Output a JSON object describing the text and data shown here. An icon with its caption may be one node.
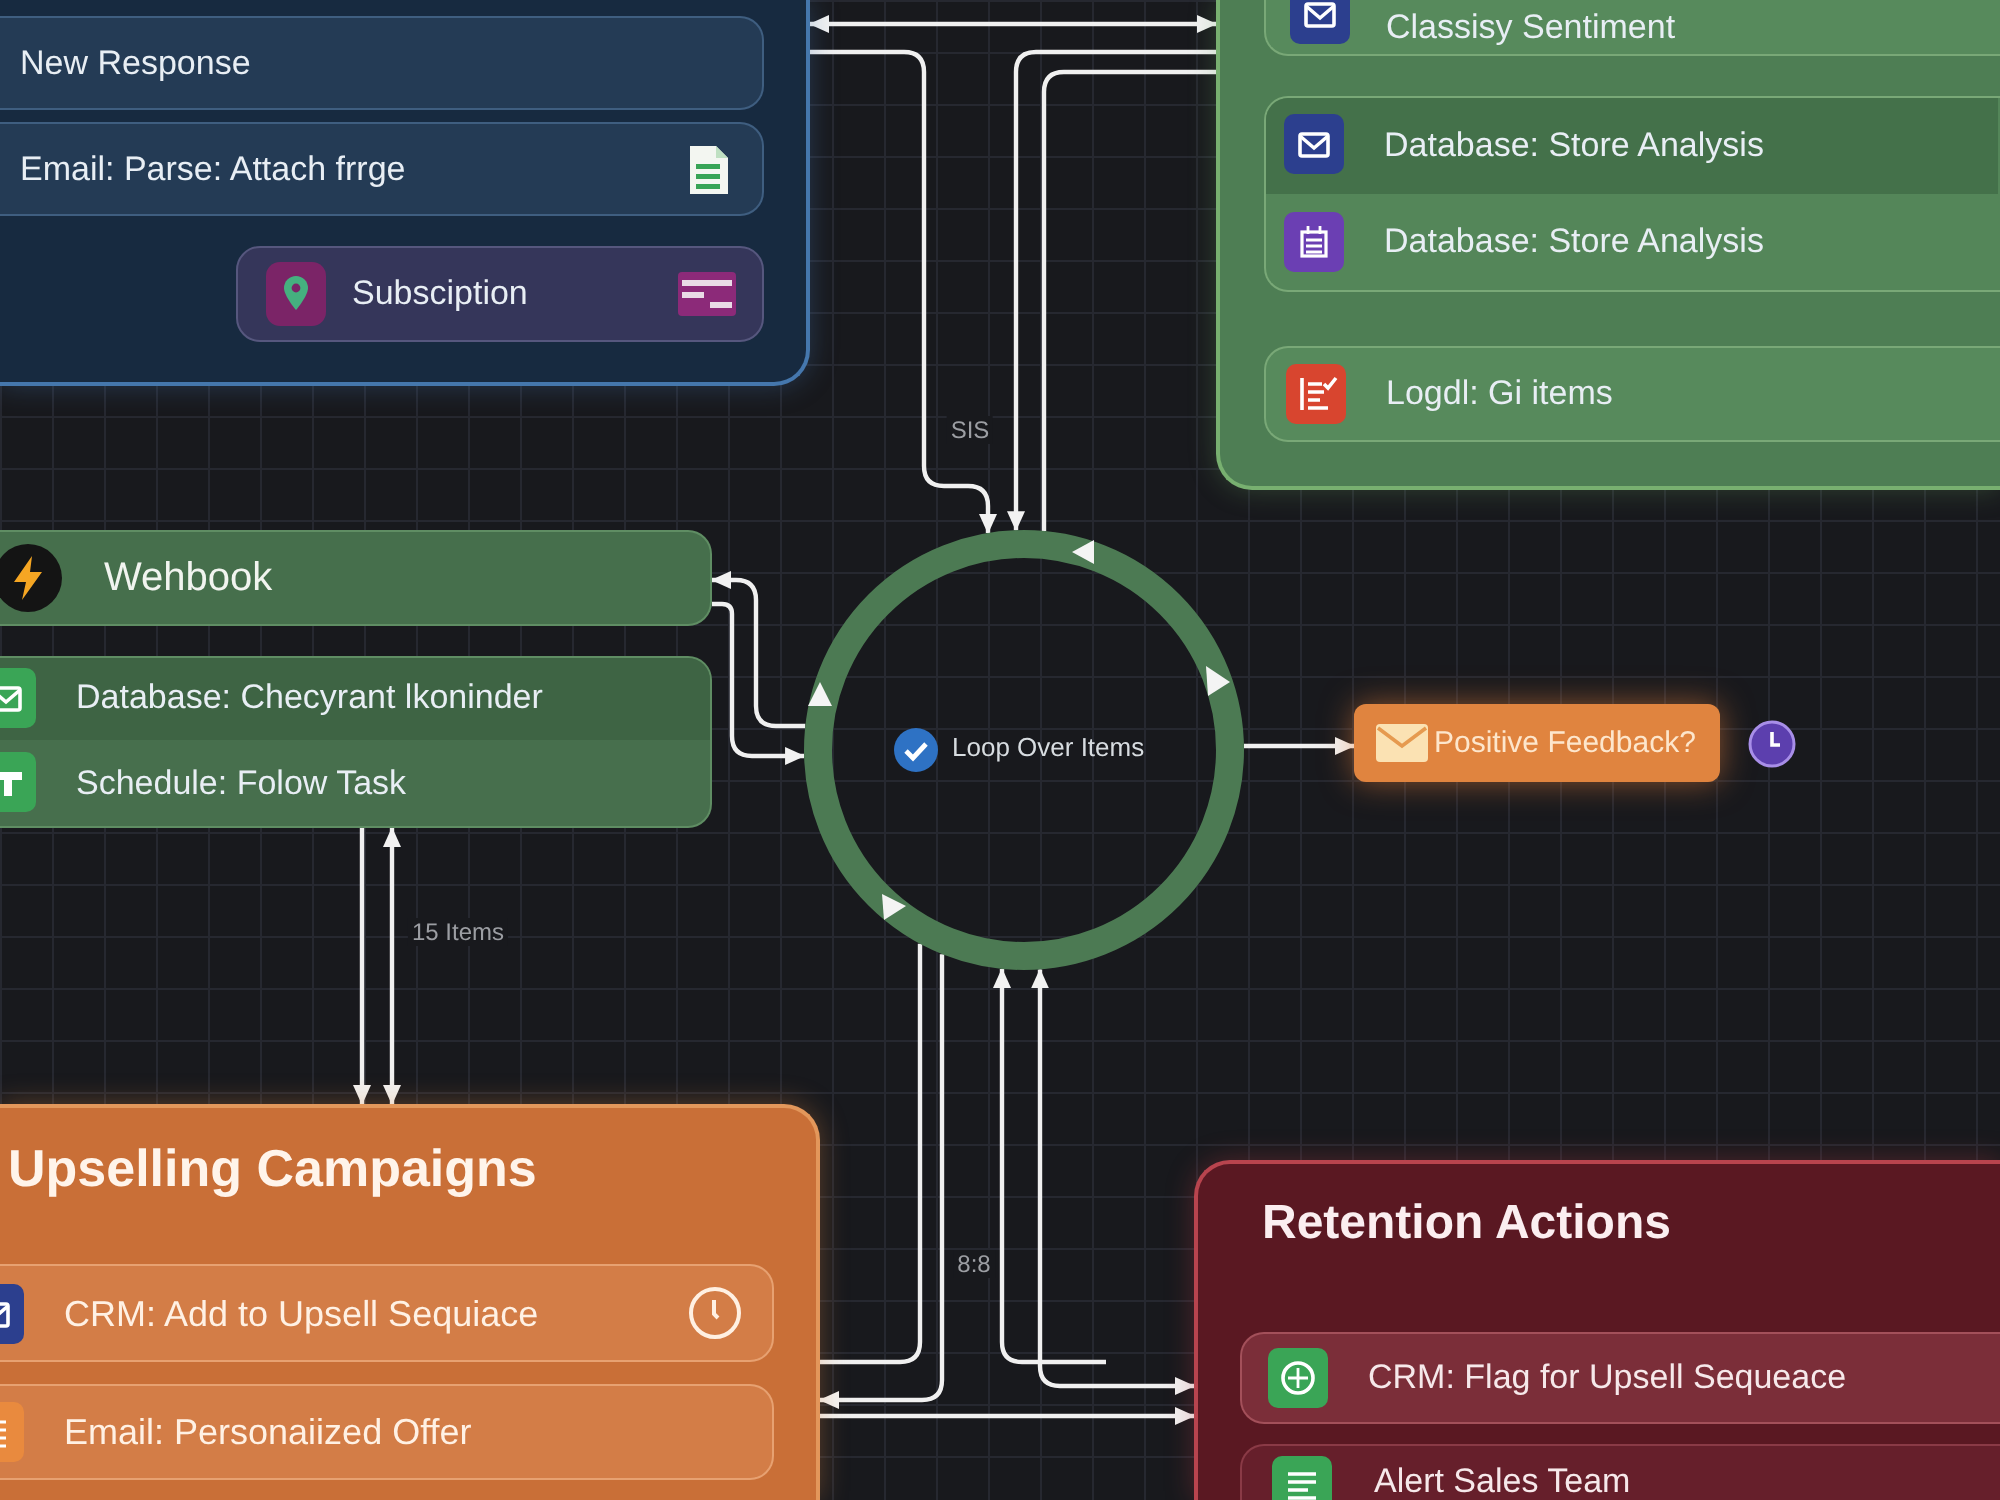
{
  "diagram": {
    "nodes": [
      {
        "text": [],
        "shape": "box"
      },
      {
        "text": [
          "New Response"
        ],
        "in": 0
      },
      {
        "text": [
          "Email: Parse: Attach frrge"
        ],
        "in": 0
      },
      {
        "text": [
          "Subsciption"
        ],
        "in": 0
      },
      {
        "text": [],
        "shape": "box"
      },
      {
        "text": [
          "Classisy Sentiment"
        ],
        "in": 4
      },
      {
        "text": [],
        "shape": "box",
        "in": 4
      },
      {
        "text": [
          "Database: Store Analysis"
        ],
        "in": 6
      },
      {
        "text": [
          "Database: Store Analysis"
        ],
        "in": 6
      },
      {
        "text": [
          "Logdl: Gi items"
        ],
        "in": 4
      },
      {
        "text": [
          "Wehbook"
        ]
      },
      {
        "text": [],
        "shape": "box"
      },
      {
        "text": [
          "Database: Checyrant lkoninder"
        ],
        "in": 11
      },
      {
        "text": [
          "Schedule: Folow Task"
        ],
        "in": 11
      },
      {
        "text": [
          "Loop Over Items"
        ]
      },
      {
        "text": [
          "Positive Feedback?"
        ]
      },
      {
        "text": [
          "Upselling Campaigns"
        ]
      },
      {
        "text": [
          "CRM: Add to Upsell Sequiace"
        ],
        "in": 16
      },
      {
        "text": [
          "Email: Personaiized Offer"
        ],
        "in": 16
      },
      {
        "text": [
          "Retention Actions"
        ]
      },
      {
        "text": [
          "CRM: Flag for Upsell Sequeace"
        ],
        "in": 19
      },
      {
        "text": [
          "Alert Sales Team"
        ],
        "in": 19
      }
    ],
    "edges": [
      {
        "from": 0,
        "to": 4,
        "arrow": "both"
      },
      {
        "from": 0,
        "to": 14,
        "arrow": "to",
        "label": "SIS"
      },
      {
        "from": 4,
        "to": 14,
        "arrow": "to"
      },
      {
        "from": 4,
        "to": 14,
        "arrow": "none"
      },
      {
        "from": 14,
        "to": 10,
        "arrow": "to"
      },
      {
        "from": 10,
        "to": 14,
        "arrow": "to"
      },
      {
        "from": 14,
        "to": 15,
        "arrow": "to"
      },
      {
        "from": 11,
        "to": 16,
        "arrow": "to"
      },
      {
        "from": 16,
        "to": 11,
        "arrow": "both",
        "label": "15 Items"
      },
      {
        "from": 14,
        "to": 16,
        "arrow": "none"
      },
      {
        "from": 14,
        "to": 16,
        "arrow": "to",
        "label": "8:8"
      },
      {
        "from": 16,
        "to": 19,
        "arrow": "to"
      },
      {
        "from": null,
        "to": 14,
        "arrow": "to"
      },
      {
        "from": 19,
        "to": 14,
        "arrow": "both"
      }
    ]
  }
}
